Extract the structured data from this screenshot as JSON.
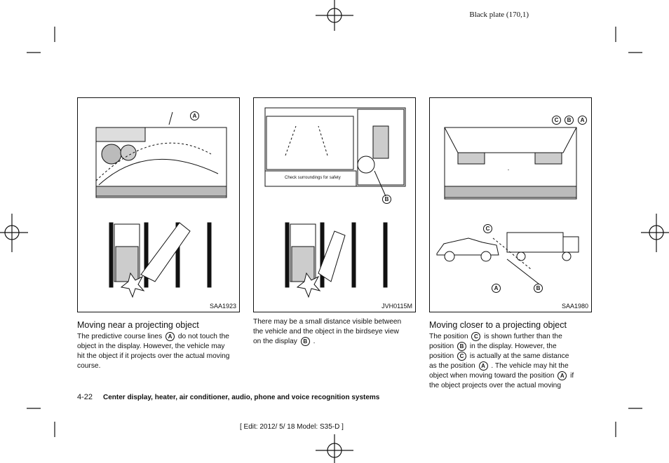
{
  "plate": "Black plate (170,1)",
  "figures": [
    {
      "id": "SAA1923",
      "labels": [
        "A"
      ]
    },
    {
      "id": "JVH0115M",
      "labels": [
        "B"
      ],
      "screen_text": "Check surroundings for safety"
    },
    {
      "id": "SAA1980",
      "labels": [
        "C",
        "B",
        "A",
        "C",
        "A",
        "B"
      ]
    }
  ],
  "col1": {
    "heading": "Moving near a projecting object",
    "line1a": "The predictive course lines",
    "badge1": "A",
    "line1b": "do not touch the",
    "line2": "object in the display. However, the vehicle may",
    "line3": "hit the object if it projects over the actual moving",
    "line4": "course."
  },
  "col2": {
    "line1": "There may be a small distance visible between",
    "line2": "the vehicle and the object in the birdseye view",
    "line3a": "on the display",
    "badge1": "B",
    "line3b": "."
  },
  "col3": {
    "heading": "Moving closer to a projecting object",
    "l1a": "The position",
    "b1": "C",
    "l1b": "is shown further than the",
    "l2a": "position",
    "b2": "B",
    "l2b": "in the display. However, the",
    "l3a": "position",
    "b3": "C",
    "l3b": "is actually at the same distance",
    "l4a": "as the position",
    "b4": "A",
    "l4b": ". The vehicle may hit the",
    "l5a": "object when moving toward the position",
    "b5": "A",
    "l5b": "if",
    "l6": "the object projects over the actual moving"
  },
  "footer": {
    "page": "4-22",
    "title": "Center display, heater, air conditioner, audio, phone and voice recognition systems"
  },
  "edit": "[ Edit: 2012/ 5/ 18   Model:  S35-D ]"
}
